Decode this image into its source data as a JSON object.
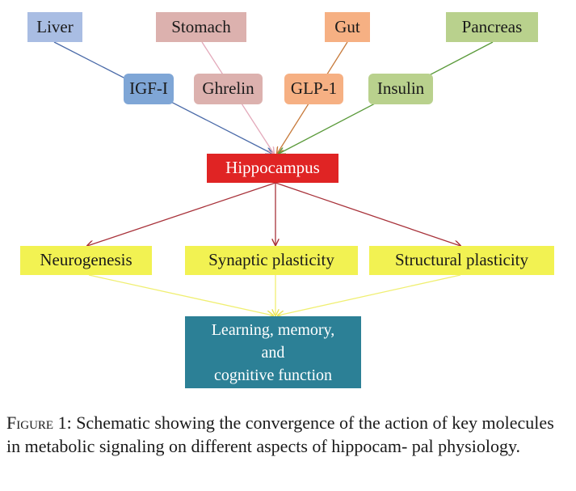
{
  "nodes": {
    "liver": "Liver",
    "stomach": "Stomach",
    "gut": "Gut",
    "pancreas": "Pancreas",
    "igf1": "IGF-I",
    "ghrelin": "Ghrelin",
    "glp1": "GLP-1",
    "insulin": "Insulin",
    "hippocampus": "Hippocampus",
    "neurogenesis": "Neurogenesis",
    "synaptic": "Synaptic plasticity",
    "structural": "Structural plasticity",
    "outcome": {
      "line1": "Learning, memory,",
      "line2": "and",
      "line3": "cognitive function"
    }
  },
  "caption": {
    "label": "Figure 1:",
    "text": "Schematic showing the convergence of the action of key molecules in metabolic signaling on different aspects of hippocam- pal physiology."
  },
  "colors": {
    "liver": "#a9bde3",
    "stomach": "#dcb1ae",
    "gut": "#f6b083",
    "pancreas": "#b9d18d",
    "igf1": "#7fa6d6",
    "ghrelin": "#dcb1ae",
    "glp1": "#f6b083",
    "insulin": "#b9d18d",
    "hippocampus": "#e02424",
    "outcomes": "#f2f252",
    "cognition": "#2c8096",
    "line_liver": "#4a6aa8",
    "line_stomach": "#e3a9ba",
    "line_gut": "#c77a3b",
    "line_pancreas": "#5a9a3a",
    "line_hippo": "#a8323a",
    "line_outcome": "#f0ef72"
  }
}
